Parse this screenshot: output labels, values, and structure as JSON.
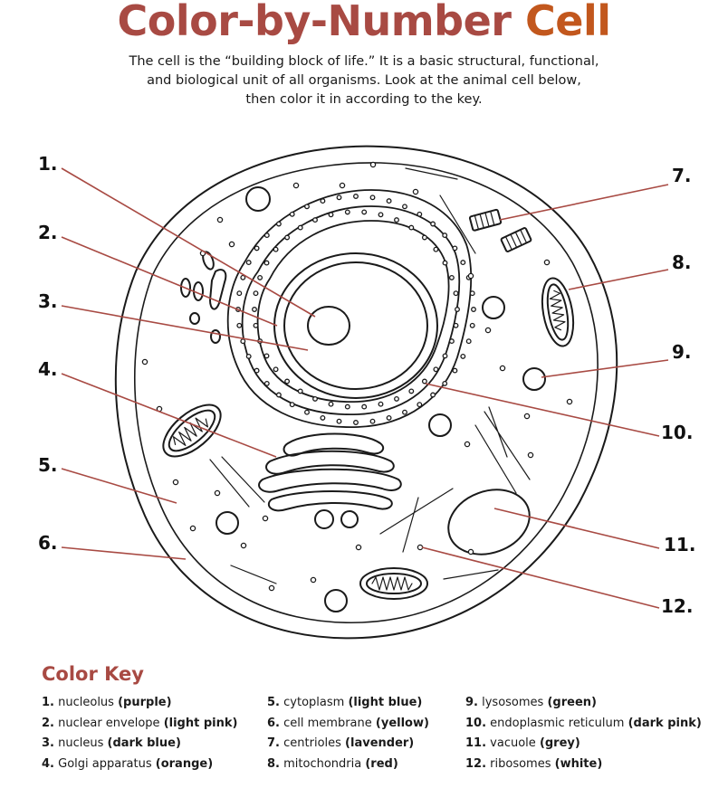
{
  "title": {
    "part1": "Color-by-Number",
    "part2": "Cell"
  },
  "intro": [
    "The cell is the “building block of life.” It is a basic structural, functional,",
    "and biological unit of all organisms. Look at the animal cell below,",
    "then color it in according to the key."
  ],
  "labels": [
    "1.",
    "2.",
    "3.",
    "4.",
    "5.",
    "6.",
    "7.",
    "8.",
    "9.",
    "10.",
    "11.",
    "12."
  ],
  "key_title": "Color Key",
  "key": [
    {
      "num": "1.",
      "part": "nucleolus",
      "color": "(purple)"
    },
    {
      "num": "2.",
      "part": "nuclear envelope",
      "color": "(light pink)"
    },
    {
      "num": "3.",
      "part": "nucleus",
      "color": "(dark blue)"
    },
    {
      "num": "4.",
      "part": "Golgi apparatus",
      "color": "(orange)"
    },
    {
      "num": "5.",
      "part": "cytoplasm",
      "color": "(light blue)"
    },
    {
      "num": "6.",
      "part": "cell membrane",
      "color": "(yellow)"
    },
    {
      "num": "7.",
      "part": "centrioles",
      "color": "(lavender)"
    },
    {
      "num": "8.",
      "part": "mitochondria",
      "color": "(red)"
    },
    {
      "num": "9.",
      "part": "lysosomes",
      "color": "(green)"
    },
    {
      "num": "10.",
      "part": "endoplasmic reticulum",
      "color": "(dark pink)"
    },
    {
      "num": "11.",
      "part": "vacuole",
      "color": "(grey)"
    },
    {
      "num": "12.",
      "part": "ribosomes",
      "color": "(white)"
    }
  ],
  "colors": {
    "title_primary": "#a84a43",
    "title_accent": "#c2571d",
    "leader_line": "#a84a43",
    "outline": "#1a1a1a"
  }
}
